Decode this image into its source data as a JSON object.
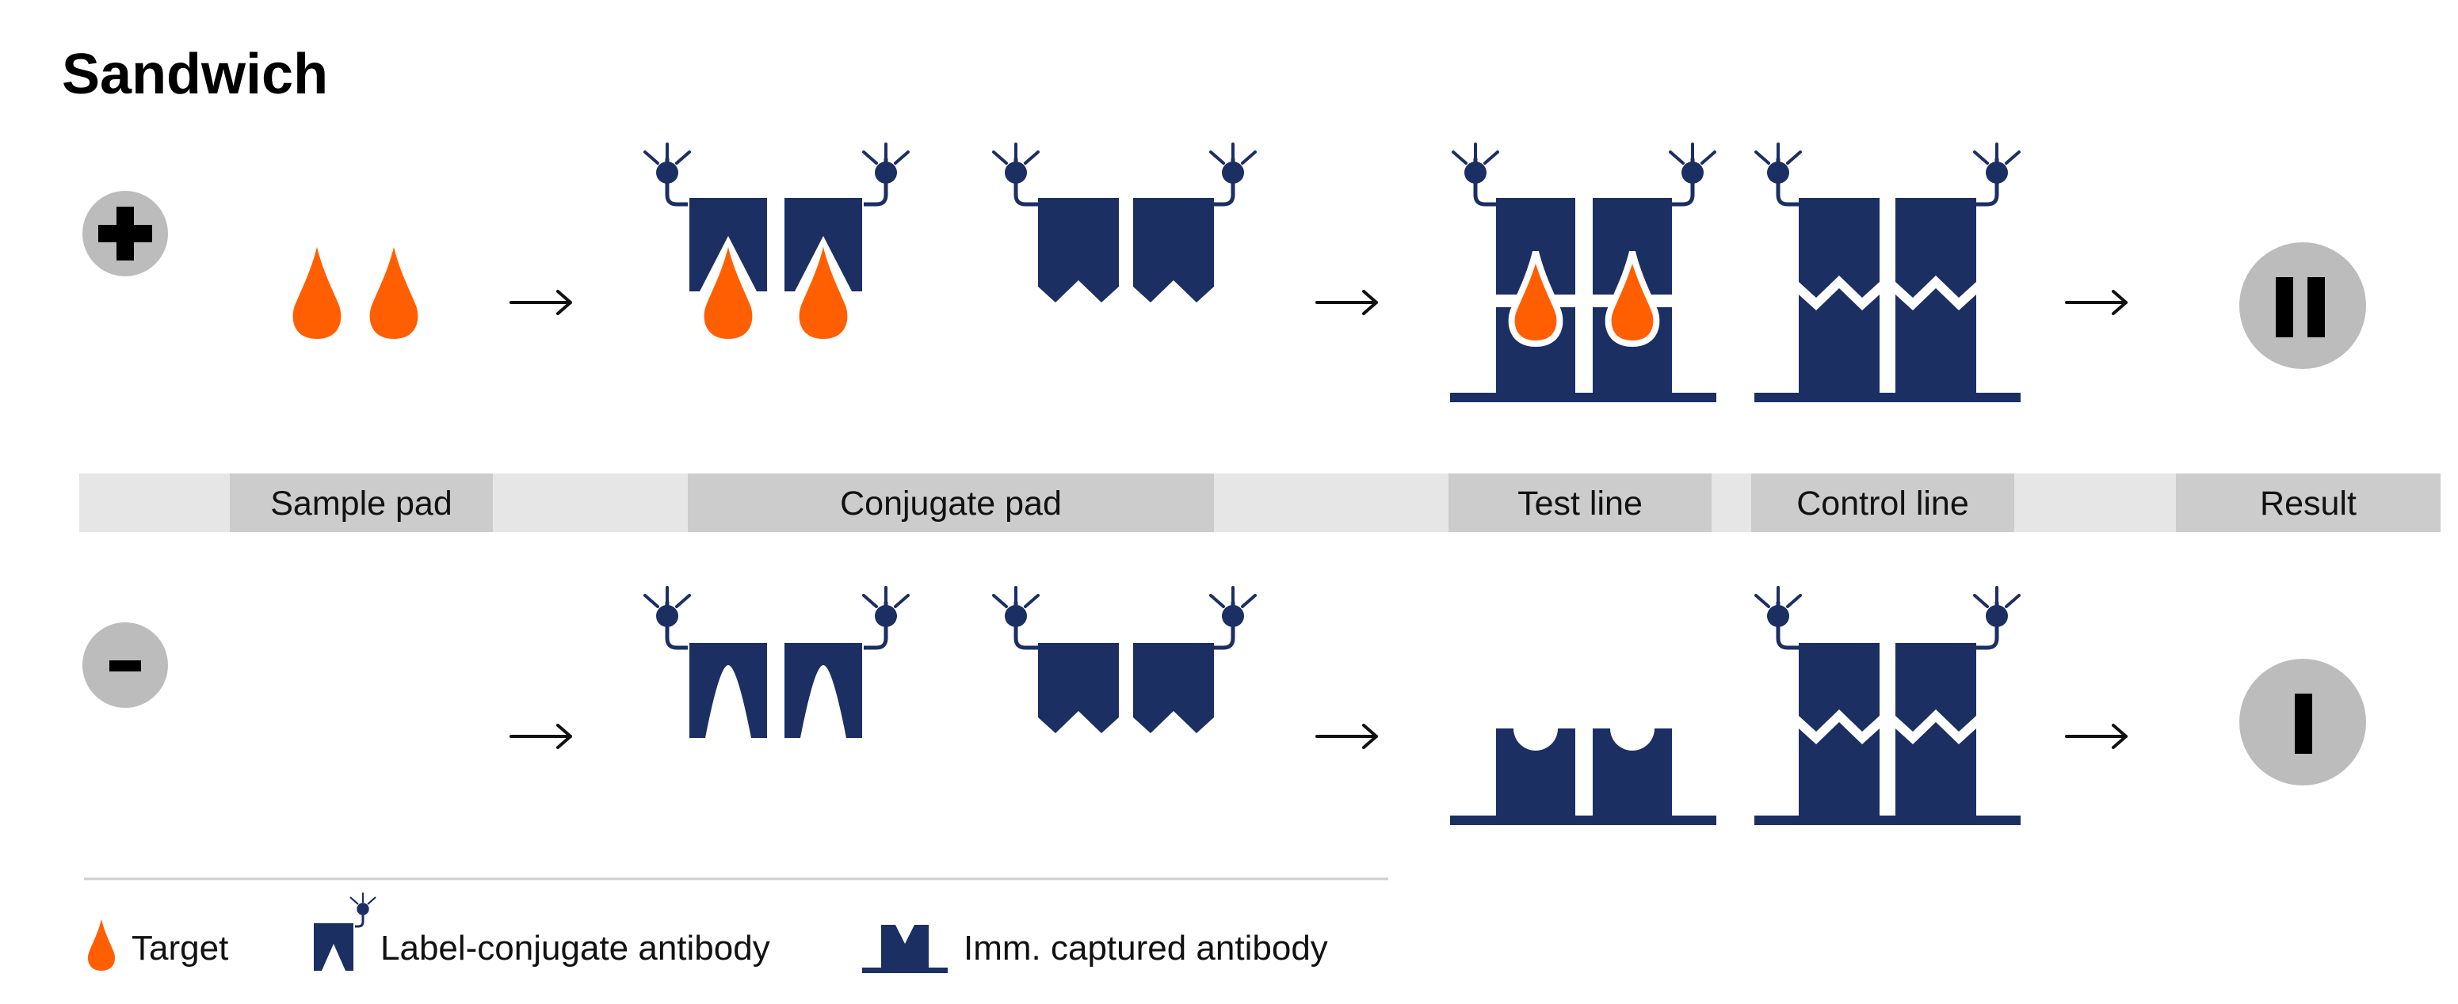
{
  "title": "Sandwich",
  "rows": {
    "positive": {
      "symbol_icon": "plus-icon",
      "result_icon": "two-lines-icon"
    },
    "negative": {
      "symbol_icon": "minus-icon",
      "result_icon": "one-line-icon"
    }
  },
  "pads": [
    {
      "id": "sample",
      "label": "Sample pad"
    },
    {
      "id": "conjugate",
      "label": "Conjugate pad"
    },
    {
      "id": "test",
      "label": "Test line"
    },
    {
      "id": "control",
      "label": "Control line"
    },
    {
      "id": "result",
      "label": "Result"
    }
  ],
  "legend": [
    {
      "icon": "target-drop-icon",
      "label": "Target"
    },
    {
      "icon": "label-conjugate-antibody-icon",
      "label": "Label-conjugate antibody"
    },
    {
      "icon": "immobilized-antibody-icon",
      "label": "Imm. captured antibody"
    }
  ],
  "colors": {
    "navy": "#1b2f63",
    "orange": "#ff5f00",
    "pad_light": "#e6e6e6",
    "pad_dark": "#cccccc",
    "circle_gray": "#bcbcbc"
  }
}
